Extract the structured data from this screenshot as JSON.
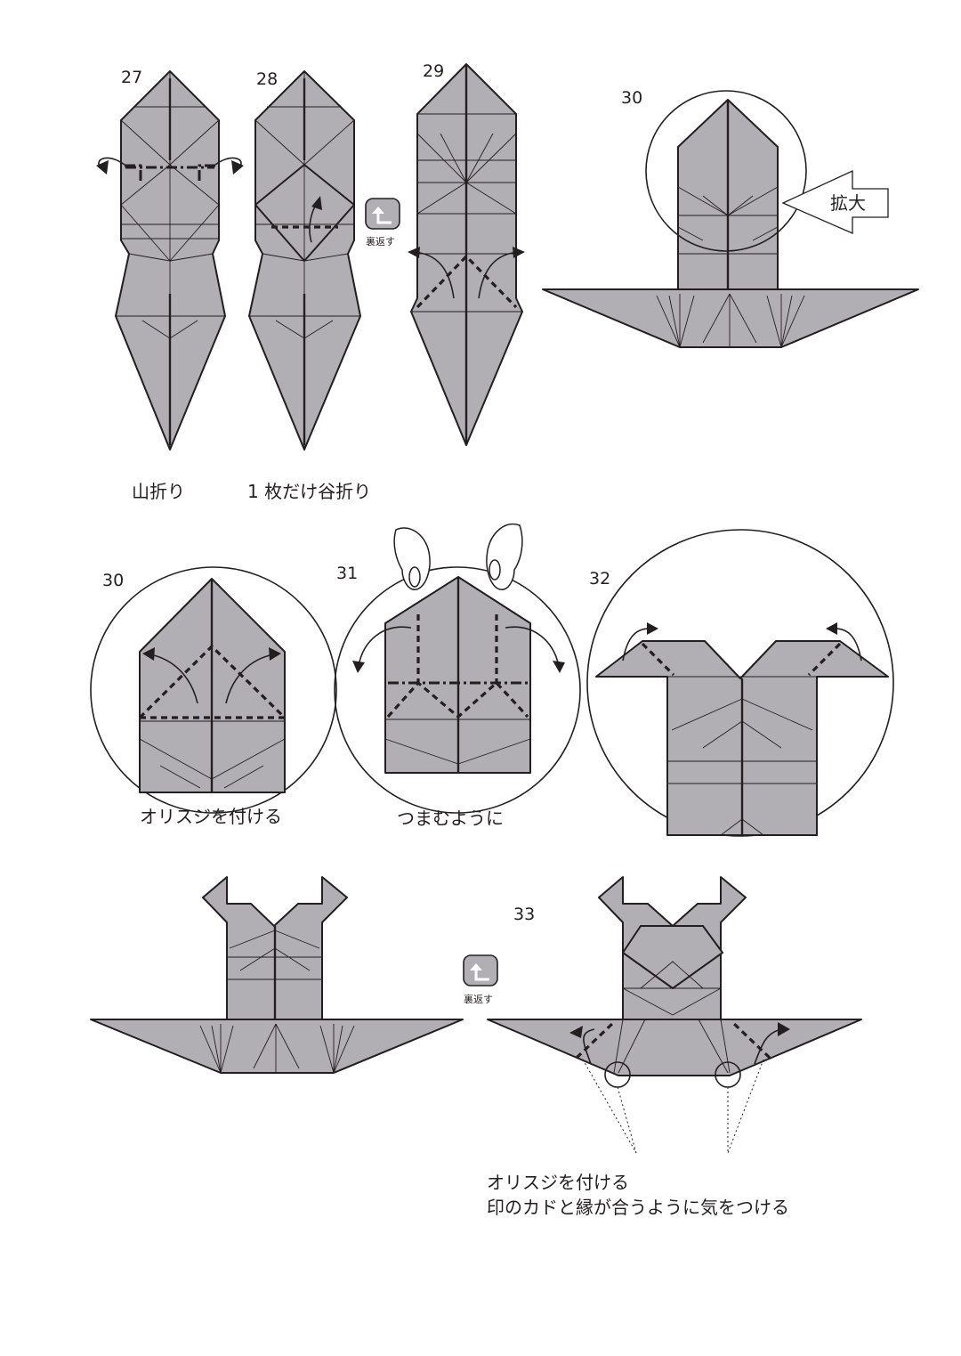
{
  "steps": {
    "s27": "27",
    "s28": "28",
    "s29": "29",
    "s30": "30",
    "s30b": "30",
    "s31": "31",
    "s32": "32",
    "s33": "33"
  },
  "captions": {
    "mountain_fold": "山折り",
    "one_layer_valley": "1 枚だけ谷折り",
    "crease_a": "オリスジを付ける",
    "pinch": "つまむように",
    "crease_b": "オリスジを付ける",
    "align": "印のカドと縁が合うように気をつける"
  },
  "labels": {
    "enlarge": "拡大",
    "turn_over_1": "裏返す",
    "turn_over_2": "裏返す"
  },
  "colors": {
    "paper": "#b2afb4",
    "line": "#231f20"
  }
}
